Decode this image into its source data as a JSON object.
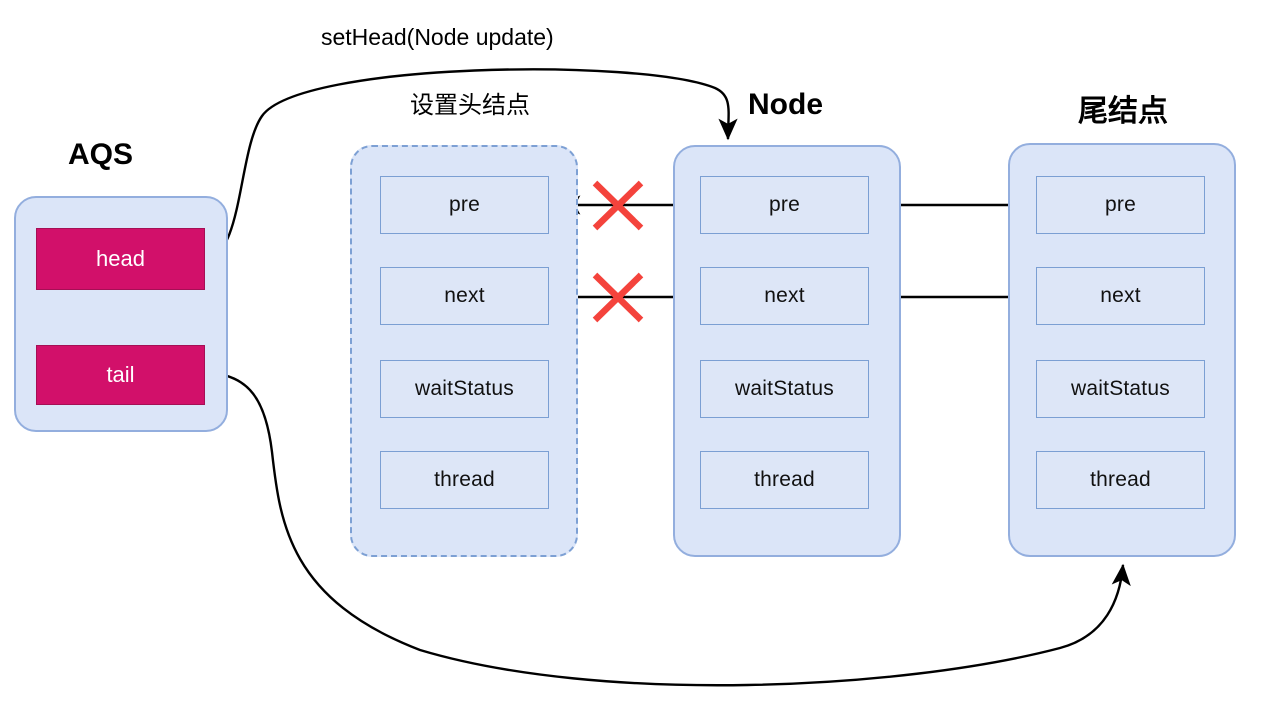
{
  "diagram": {
    "title_setHead": "setHead(Node update)",
    "labels": {
      "aqs": "AQS",
      "set_head_node": "设置头结点",
      "node": "Node",
      "tail_node": "尾结点"
    },
    "colors": {
      "node_fill": "#dbe5f8",
      "node_stroke": "#93aede",
      "field_fill": "#dde6f7",
      "field_stroke": "#7b9fd3",
      "pointer_fill": "#d2106a",
      "pointer_text": "#ffffff",
      "cross_red": "#f4433c",
      "arrow_black": "#000000"
    },
    "aqs": {
      "name": "AQS",
      "pointers": [
        {
          "label": "head"
        },
        {
          "label": "tail"
        }
      ]
    },
    "nodes": [
      {
        "id": "old-head",
        "title": "设置头结点",
        "style": "dashed",
        "fields": [
          {
            "label": "pre"
          },
          {
            "label": "next"
          },
          {
            "label": "waitStatus"
          },
          {
            "label": "thread"
          }
        ]
      },
      {
        "id": "node",
        "title": "Node",
        "style": "solid",
        "fields": [
          {
            "label": "pre"
          },
          {
            "label": "next"
          },
          {
            "label": "waitStatus"
          },
          {
            "label": "thread"
          }
        ]
      },
      {
        "id": "tail-node",
        "title": "尾结点",
        "style": "solid",
        "fields": [
          {
            "label": "pre"
          },
          {
            "label": "next"
          },
          {
            "label": "waitStatus"
          },
          {
            "label": "thread"
          }
        ]
      }
    ],
    "annotations": {
      "cross_marks": 2,
      "cross_meaning": "severed link"
    }
  }
}
